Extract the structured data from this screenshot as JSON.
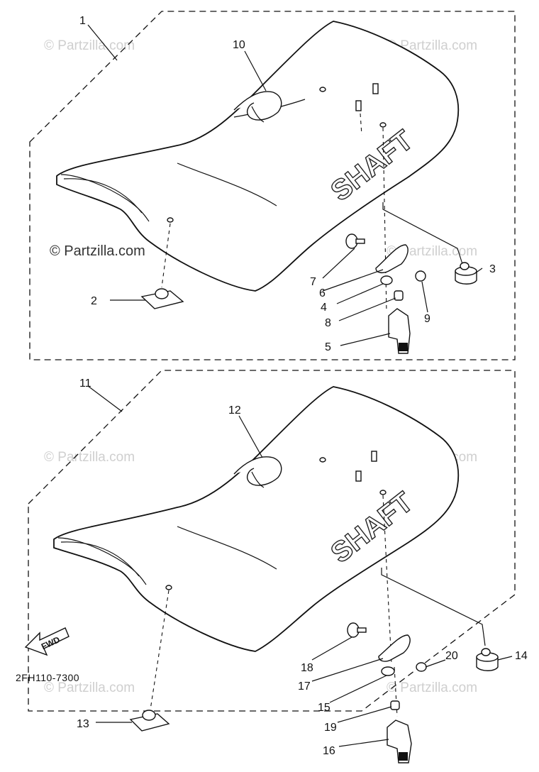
{
  "diagram_code": "2FH110-7300",
  "fwd_label": "FWD",
  "seat_logo_text": "SHAFT",
  "watermark_text": "© Partzilla.com",
  "callouts": {
    "c1": "1",
    "c2": "2",
    "c3": "3",
    "c4": "4",
    "c5": "5",
    "c6": "6",
    "c7": "7",
    "c8": "8",
    "c9": "9",
    "c10": "10",
    "c11": "11",
    "c12": "12",
    "c13": "13",
    "c14": "14",
    "c15": "15",
    "c16": "16",
    "c17": "17",
    "c18": "18",
    "c19": "19",
    "c20": "20"
  }
}
